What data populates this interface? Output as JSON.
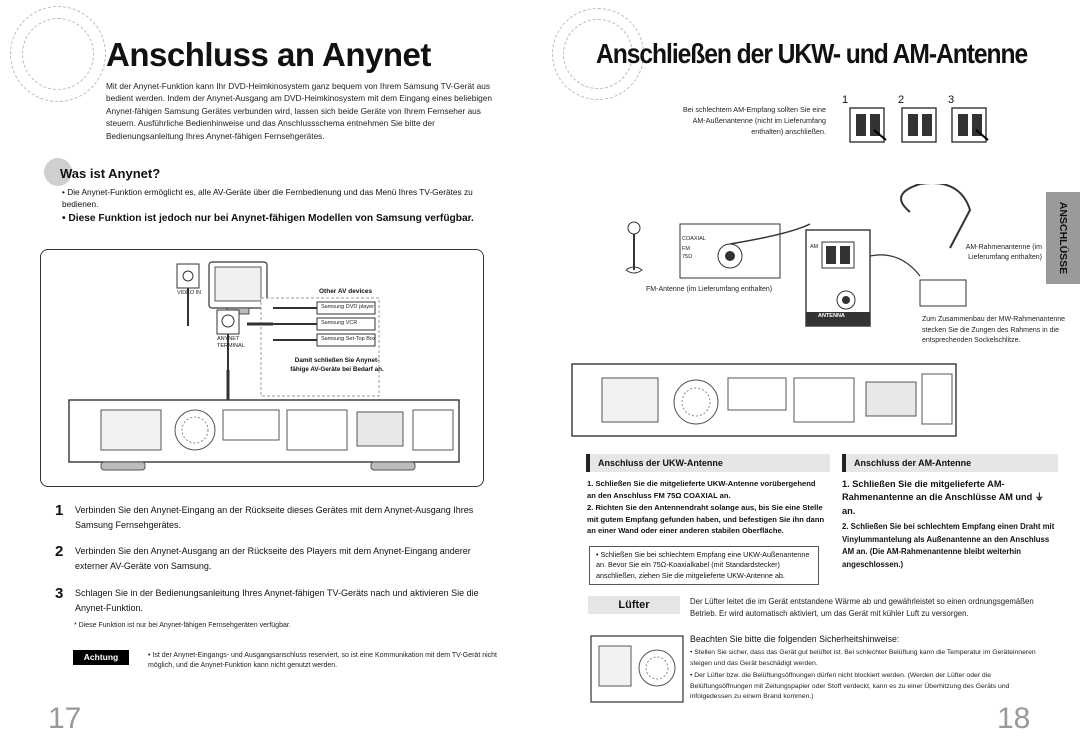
{
  "left": {
    "title": "Anschluss an Anynet",
    "intro": "Mit der Anynet-Funktion kann Ihr DVD-Heimkinosystem ganz bequem von Ihrem Samsung TV-Gerät aus bedient werden. Indem der Anynet-Ausgang am DVD-Heimkinosystem mit dem Eingang eines beliebigen Anynet-fähigen Samsung Gerätes verbunden wird, lassen sich beide Geräte von Ihrem Fernseher aus steuern. Ausführliche Bedienhinweise und das Anschlussschema entnehmen Sie bitte der Bedienungsanleitung Ihres Anynet-fähigen Fernsehgerätes.",
    "section_title": "Was ist Anynet?",
    "bullet1": "Die Anynet-Funktion ermöglicht es, alle AV-Geräte über die Fernbedienung und das Menü Ihres TV-Gerätes zu bedienen.",
    "bullet2": "Diese Funktion ist jedoch nur bei Anynet-fähigen Modellen von Samsung verfügbar.",
    "diagram": {
      "video_in": "VIDEO IN",
      "anynet_terminal": "ANYNET TERMINAL",
      "other_av": "Other AV devices",
      "devices": [
        "Samsung DVD player",
        "Samsung VCR",
        "Samsung Set-Top Box"
      ],
      "connect_note": "Damit schließen Sie Anynet-fähige AV-Geräte bei Bedarf an."
    },
    "steps": [
      {
        "num": "1",
        "text": "Verbinden Sie den Anynet-Eingang an der Rückseite dieses Gerätes mit dem Anynet-Ausgang Ihres Samsung Fernsehgerätes."
      },
      {
        "num": "2",
        "text": "Verbinden Sie den Anynet-Ausgang an der Rückseite des Players mit dem Anynet-Eingang anderer externer AV-Geräte von Samsung."
      },
      {
        "num": "3",
        "text": "Schlagen Sie in der Bedienungsanleitung Ihres Anynet-fähigen TV-Geräts nach und aktivieren Sie die Anynet-Funktion."
      }
    ],
    "footnote": "Diese Funktion ist nur bei Anynet-fähigen Fernsehgeräten verfügbar.",
    "achtung_label": "Achtung",
    "achtung_text": "Ist der Anynet-Eingangs- und Ausgangsanschluss reserviert, so ist eine Kommunikation mit dem TV-Gerät nicht möglich, und die Anynet-Funktion kann nicht genutzt werden.",
    "page_number": "17"
  },
  "right": {
    "title": "Anschließen der UKW- und AM-Antenne",
    "side_tab": "ANSCHLÜSSE",
    "am_note": "Bei schlechtem AM-Empfang sollten Sie eine AM-Außenantenne (nicht im Lieferumfang enthalten) anschließen.",
    "steps_labels": [
      "1",
      "2",
      "3"
    ],
    "coaxial": "COAXIAL",
    "fm": "FM",
    "fm_ohm": "75Ω",
    "am": "AM",
    "antenna": "ANTENNA",
    "am_antenna_label": "AM-Rahmenantenne (im Lieferumfang enthalten)",
    "fm_antenna_label": "FM-Antenne (im Lieferumfang enthalten)",
    "mw_note": "Zum Zusammenbau der MW-Rahmenantenne stecken Sie die Zungen des Rahmens in die entsprechenden Sockelschlitze.",
    "ukw_header": "Anschluss der UKW-Antenne",
    "ukw_1": "1. Schließen Sie die mitgelieferte UKW-Antenne vorübergehend an den Anschluss FM 75Ω COAXIAL an.",
    "ukw_2": "2. Richten Sie den Antennendraht solange aus, bis Sie eine Stelle mit gutem Empfang gefunden haben, und befestigen Sie ihn dann an einer Wand oder einer anderen stabilen Oberfläche.",
    "ukw_box": "• Schließen Sie bei schlechtem Empfang eine UKW-Außenantenne an. Bevor Sie ein 75Ω-Koaxialkabel (mit Standardstecker) anschließen, ziehen Sie die mitgelieferte UKW-Antenne ab.",
    "am_header": "Anschluss der AM-Antenne",
    "am_1": "1. Schließen Sie die mitgelieferte AM-Rahmenantenne an die Anschlüsse AM und ⏚ an.",
    "am_2": "2. Schließen Sie bei schlechtem Empfang einen Draht mit Vinylummantelung als Außenantenne an den Anschluss AM an. (Die AM-Rahmenantenne bleibt weiterhin angeschlossen.)",
    "fan_label": "Lüfter",
    "fan_text": "Der Lüfter leitet die im Gerät entstandene Wärme ab und gewährleistet so einen ordnungsgemäßen Betrieb. Er wird automatisch aktiviert, um das Gerät mit kühler Luft zu versorgen.",
    "safety_title": "Beachten Sie bitte die folgenden Sicherheitshinweise:",
    "safety_1": "• Stellen Sie sicher, dass das Gerät gut belüftet ist. Bei schlechter Belüftung kann die Temperatur im Geräteinneren steigen und das Gerät beschädigt werden.",
    "safety_2": "• Der Lüfter bzw. die Belüftungsöffnungen dürfen nicht blockiert werden. (Werden der Lüfter oder die Belüftungsöffnungen mit Zeitungspapier oder Stoff verdeckt, kann es zu einer Überhitzung des Geräts und infolgedessen zu einem Brand kommen.)",
    "page_number": "18"
  },
  "colors": {
    "accent_circle": "#bdbdbd",
    "header_bar": "#e6e6e6",
    "achtung_bg": "#000000",
    "side_tab_bg": "#9a9a9a"
  }
}
